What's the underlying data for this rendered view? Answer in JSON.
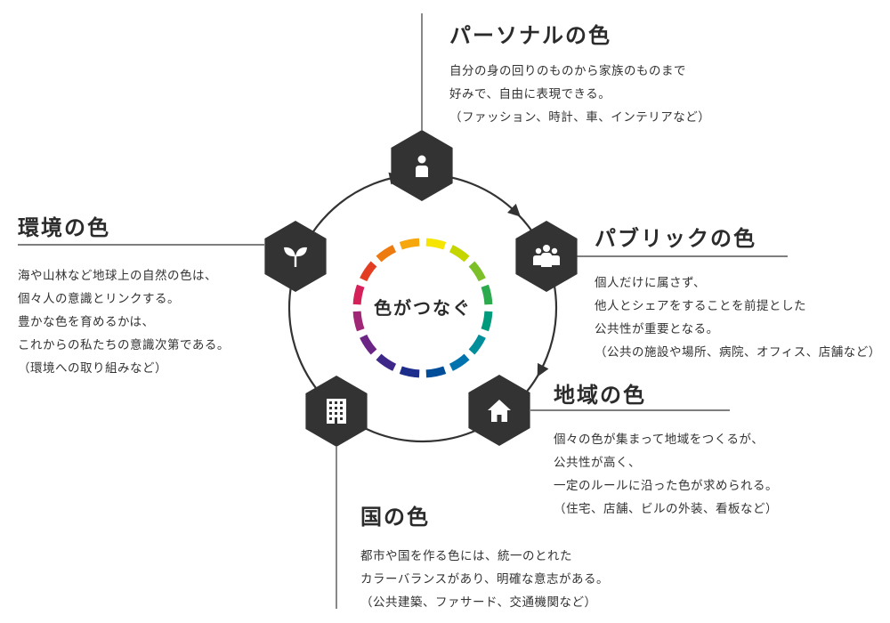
{
  "center": {
    "label": "色がつなぐ",
    "ring_colors": [
      "#f6e500",
      "#c4d500",
      "#7cc029",
      "#2eaa4e",
      "#009a7c",
      "#008e9a",
      "#0072ad",
      "#004d9a",
      "#1d2d8c",
      "#3d2789",
      "#6a2585",
      "#a02676",
      "#d6205a",
      "#e33d22",
      "#ee7b0f",
      "#f5a70c"
    ]
  },
  "colors": {
    "hexagon": "#333333",
    "circle": "#333333",
    "line": "#555555",
    "icon": "#ffffff"
  },
  "categories": [
    {
      "id": "personal",
      "icon": "person-icon",
      "title": "パーソナルの色",
      "lines": [
        "自分の身の回りのものから家族のものまで",
        "好みで、自由に表現できる。",
        "（ファッション、時計、車、インテリアなど）"
      ]
    },
    {
      "id": "public",
      "icon": "people-group-icon",
      "title": "パブリックの色",
      "lines": [
        "個人だけに属さず、",
        "他人とシェアをすることを前提とした",
        "公共性が重要となる。",
        "（公共の施設や場所、病院、オフィス、店舗など）"
      ]
    },
    {
      "id": "region",
      "icon": "house-icon",
      "title": "地域の色",
      "lines": [
        "個々の色が集まって地域をつくるが、",
        "公共性が高く、",
        "一定のルールに沿った色が求められる。",
        "（住宅、店舗、ビルの外装、看板など）"
      ]
    },
    {
      "id": "country",
      "icon": "building-icon",
      "title": "国の色",
      "lines": [
        "都市や国を作る色には、統一のとれた",
        "カラーバランスがあり、明確な意志がある。",
        "（公共建築、ファサード、交通機関など）"
      ]
    },
    {
      "id": "environment",
      "icon": "sprout-icon",
      "title": "環境の色",
      "lines": [
        "海や山林など地球上の自然の色は、",
        "個々人の意識とリンクする。",
        "豊かな色を育めるかは、",
        "これからの私たちの意識次第である。",
        "（環境への取り組みなど）"
      ]
    }
  ]
}
